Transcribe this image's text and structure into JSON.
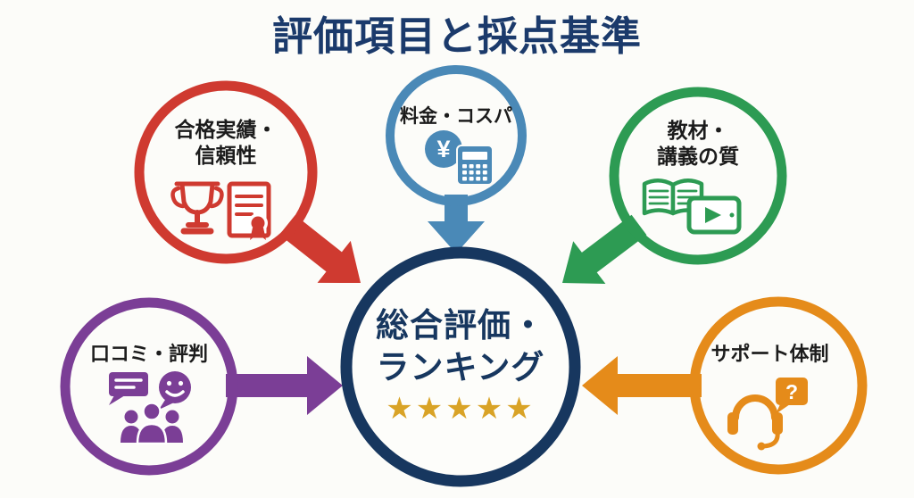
{
  "title": "評価項目と採点基準",
  "colors": {
    "red": "#cf3a30",
    "blue": "#4a89b7",
    "green": "#2d9b53",
    "purple": "#7b3e96",
    "orange": "#e58b1a",
    "navy": "#17375f",
    "gold": "#d9a326",
    "title_navy": "#1b3a6b",
    "label_text": "#1c1c1c"
  },
  "nodes": {
    "pass_record": {
      "label_line1": "合格実績・",
      "label_line2": "信頼性",
      "icons": [
        "trophy-icon",
        "certificate-icon"
      ]
    },
    "price": {
      "label": "料金・コスパ",
      "yen_symbol": "¥",
      "icons": [
        "yen-coin-icon",
        "calculator-icon"
      ]
    },
    "materials": {
      "label_line1": "教材・",
      "label_line2": "講義の質",
      "icons": [
        "open-book-icon",
        "tablet-video-icon"
      ]
    },
    "reviews": {
      "label": "口コミ・評判",
      "icons": [
        "speech-bubble-icon",
        "smiley-bubble-icon",
        "people-group-icon"
      ]
    },
    "support": {
      "label": "サポート体制",
      "question_mark": "?",
      "icons": [
        "headset-icon",
        "question-bubble-icon"
      ]
    },
    "center": {
      "label_line1": "総合評価・",
      "label_line2": "ランキング",
      "stars": "★★★★★"
    }
  }
}
